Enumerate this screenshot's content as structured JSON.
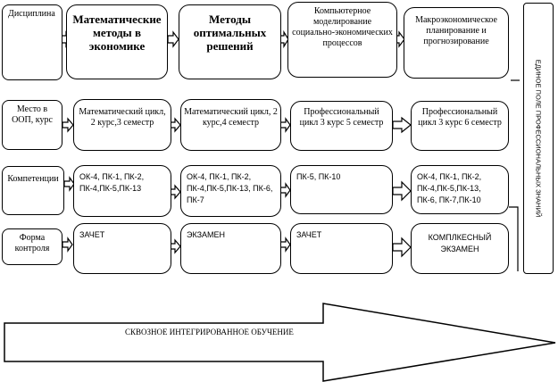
{
  "rows": [
    {
      "label": "Дисциплина",
      "cells": [
        "Математические методы в экономике",
        "Методы оптимальных решений",
        "Компьютерное моделирование социально-экономических процессов",
        "Макроэкономическое планирование и прогнозирование"
      ]
    },
    {
      "label": "Место в ООП, курс",
      "cells": [
        "Математический цикл, 2 курс,3 семестр",
        "Математический цикл, 2 курс,4 семестр",
        "Профессиональный цикл 3 курс 5 семестр",
        "Профессиональный цикл 3 курс 6 семестр"
      ]
    },
    {
      "label": "Компетенции",
      "cells": [
        "ОК-4, ПК-1, ПК-2, ПК-4,ПК-5,ПК-13",
        "ОК-4, ПК-1, ПК-2, ПК-4,ПК-5,ПК-13, ПК-6, ПК-7",
        "ПК-5, ПК-10",
        "ОК-4, ПК-1, ПК-2, ПК-4,ПК-5,ПК-13, ПК-6, ПК-7,ПК-10"
      ]
    },
    {
      "label": "Форма контроля",
      "cells": [
        "ЗАЧЕТ",
        "ЭКЗАМЕН",
        "ЗАЧЕТ",
        "КОМПЛКЕСНЫЙ ЭКЗАМЕН"
      ]
    }
  ],
  "side_label": "ЕДИНОЕ ПОЛЕ ПРОФЕССИОНАЛЬНЫХ ЗНАНИЙ",
  "flow_label": "СКВОЗНОЕ ИНТЕГРИРОВАННОЕ ОБУЧЕНИЕ"
}
